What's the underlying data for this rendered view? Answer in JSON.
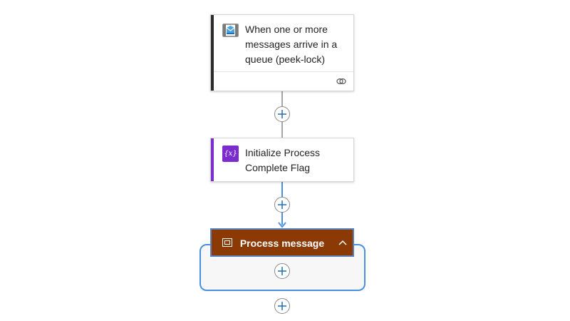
{
  "flow": {
    "trigger": {
      "title": "When one or more messages arrive in a queue (peek-lock)",
      "icon": "service-bus-icon",
      "footer_icon": "link-icon",
      "accent_color": "#2b2b2b"
    },
    "init_variable": {
      "title": "Initialize Process Complete Flag",
      "icon": "variable-icon",
      "icon_text": "{x}",
      "accent_color": "#7b2ccf"
    },
    "scope": {
      "title": "Process message",
      "icon": "scope-icon",
      "collapse_icon": "chevron-up-icon",
      "header_color": "#8c3a05",
      "outline_color": "#4a8fe0"
    },
    "add_button_icon": "plus-icon"
  }
}
